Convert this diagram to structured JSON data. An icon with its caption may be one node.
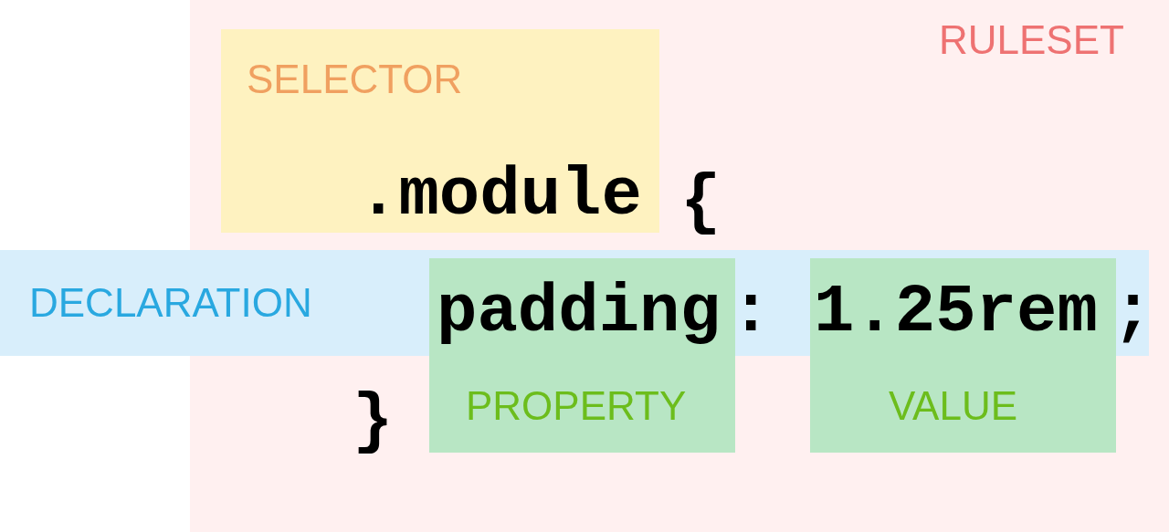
{
  "diagram": {
    "nodes": [
      {
        "text": [
          "RULESET"
        ]
      },
      {
        "text": [
          "SELECTOR",
          ".module"
        ],
        "in": 0
      },
      {
        "text": [
          "DECLARATION"
        ]
      },
      {
        "text": [
          "padding",
          "PROPERTY"
        ],
        "in": 0
      },
      {
        "text": [
          "1.25rem",
          "VALUE"
        ],
        "in": 0
      }
    ],
    "edges": [],
    "labels": [
      "{",
      ":",
      ";",
      "}"
    ]
  }
}
